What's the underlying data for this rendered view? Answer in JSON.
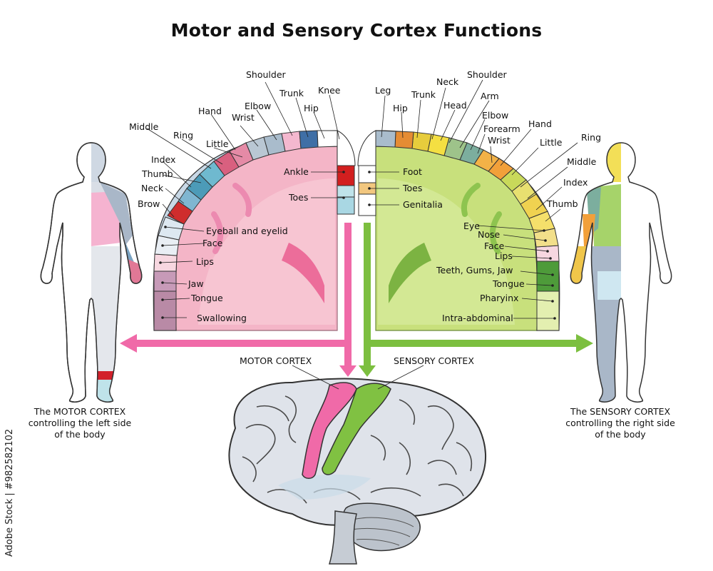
{
  "title": "Motor and Sensory Cortex Functions",
  "motor_labels": {
    "shoulder": "Shoulder",
    "trunk": "Trunk",
    "knee": "Knee",
    "elbow": "Elbow",
    "hip": "Hip",
    "hand": "Hand",
    "wrist": "Wrist",
    "middle": "Middle",
    "ring": "Ring",
    "little": "Little",
    "index": "Index",
    "thumb": "Thumb",
    "neck": "Neck",
    "brow": "Brow",
    "eyeball": "Eyeball and eyelid",
    "face": "Face",
    "lips": "Lips",
    "jaw": "Jaw",
    "tongue": "Tongue",
    "swallowing": "Swallowing",
    "ankle": "Ankle",
    "toes": "Toes"
  },
  "sensory_labels": {
    "leg": "Leg",
    "hip": "Hip",
    "trunk": "Trunk",
    "neck": "Neck",
    "shoulder": "Shoulder",
    "head": "Head",
    "arm": "Arm",
    "elbow": "Elbow",
    "forearm": "Forearm",
    "wrist": "Wrist",
    "hand": "Hand",
    "little": "Little",
    "ring": "Ring",
    "middle": "Middle",
    "index": "Index",
    "thumb": "Thumb",
    "eye": "Eye",
    "nose": "Nose",
    "face": "Face",
    "lips": "Lips",
    "teeth": "Teeth, Gums, Jaw",
    "tongue": "Tongue",
    "pharynx": "Pharyinx",
    "intra": "Intra-abdominal",
    "foot": "Foot",
    "toes": "Toes",
    "genitalia": "Genitalia"
  },
  "brain_labels": {
    "motor": "MOTOR CORTEX",
    "sensory": "SENSORY CORTEX"
  },
  "captions": {
    "left": [
      "The MOTOR CORTEX",
      "controlling the left side",
      "of the body"
    ],
    "right": [
      "The SENSORY CORTEX",
      "controlling the right side",
      "of the body"
    ]
  },
  "watermark": "Adobe Stock | #982582102",
  "colors": {
    "motor": "#f26fb0",
    "motor_tissue": "#f3b2c6",
    "sensory": "#7dc142",
    "sensory_tissue": "#c6e07a",
    "body_outline": "#333333",
    "brain": "#d9dee6"
  }
}
